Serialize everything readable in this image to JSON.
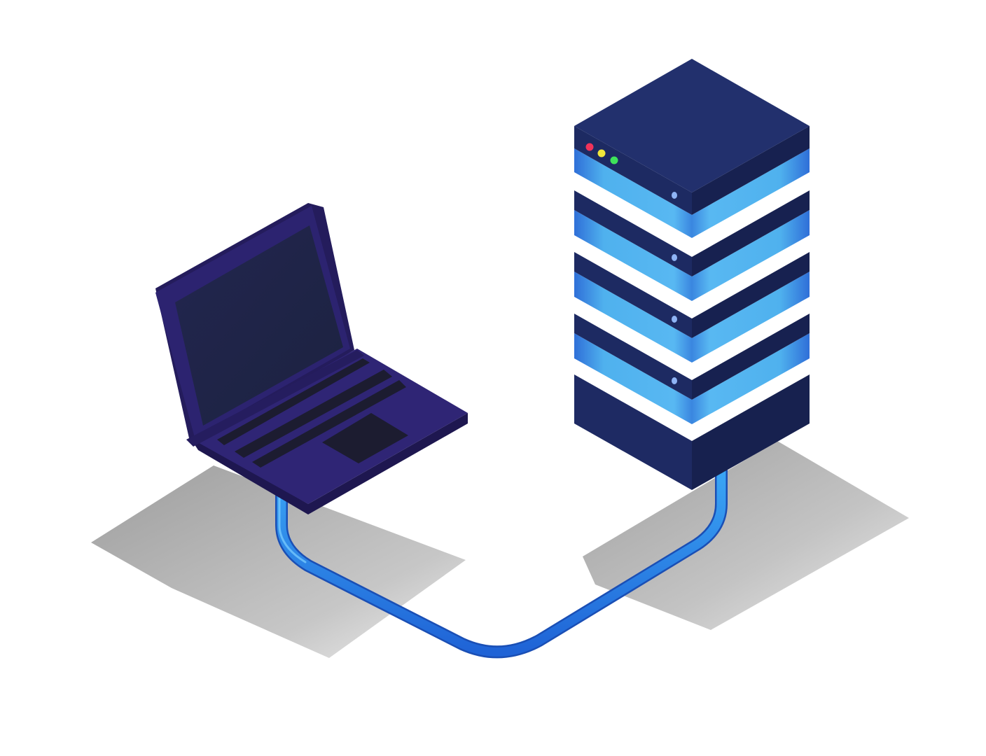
{
  "scene": {
    "colors": {
      "background": "#ffffff",
      "laptop_body": "#2f2575",
      "laptop_screen": "#1f2448",
      "laptop_keys": "#1c1c30",
      "server_top": "#22306d",
      "server_side_dark": "#1a2558",
      "server_glow": "#4fb1ee",
      "cable": "#2f8ff0",
      "shadow": "#9a9a9a"
    },
    "server": {
      "units": 4,
      "status_lights": [
        {
          "name": "red",
          "color": "#f0335a"
        },
        {
          "name": "yellow",
          "color": "#f2e83a"
        },
        {
          "name": "green",
          "color": "#3ee35a"
        }
      ],
      "indicator_color": "#8fb4f5"
    }
  }
}
